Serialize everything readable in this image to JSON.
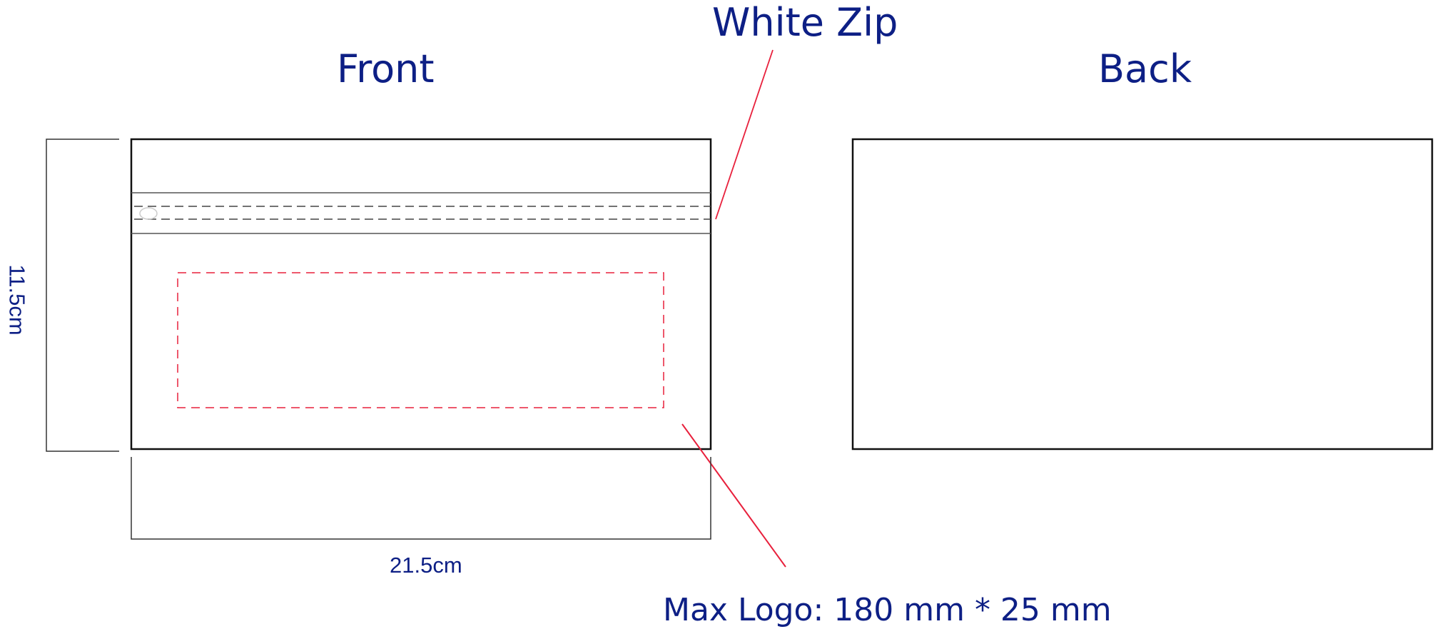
{
  "labels": {
    "front": "Front",
    "back": "Back",
    "zip_callout": "White Zip",
    "height_dimension": "11.5cm",
    "width_dimension": "21.5cm",
    "logo_callout": "Max Logo: 180 mm * 25 mm"
  },
  "colors": {
    "label_text": "#0d1f85",
    "outline": "#111111",
    "zip_band": "#555555",
    "logo_area": "#e8203c",
    "callout_line": "#e8203c"
  }
}
